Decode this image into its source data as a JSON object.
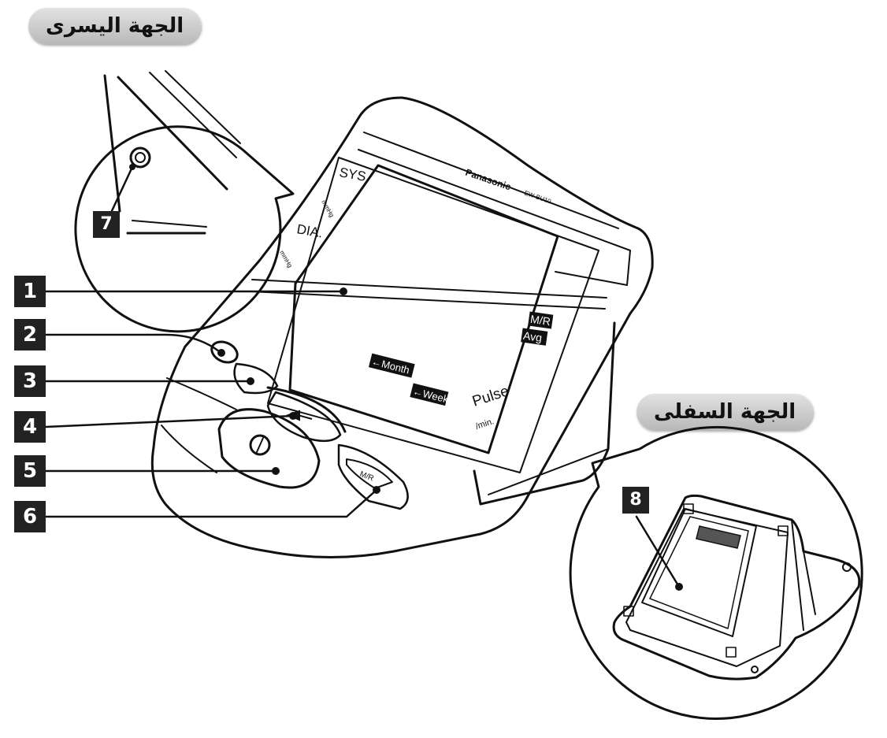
{
  "labels": {
    "left_side": "الجهة اليسرى",
    "bottom_side": "الجهة السفلى"
  },
  "callouts": [
    "1",
    "2",
    "3",
    "4",
    "5",
    "6",
    "7",
    "8"
  ],
  "device": {
    "brand": "Panasonic",
    "model": "EW-BU10",
    "sys": "SYS.",
    "dia": "DIA.",
    "unit_mmhg": "mmHg",
    "pulse": "Pulse",
    "per_min": "/min.",
    "mr_tag": "M/R",
    "avg_tag": "Avg",
    "month_tag": "←Month",
    "week_tag": "←Week",
    "mr_button": "M/R"
  }
}
